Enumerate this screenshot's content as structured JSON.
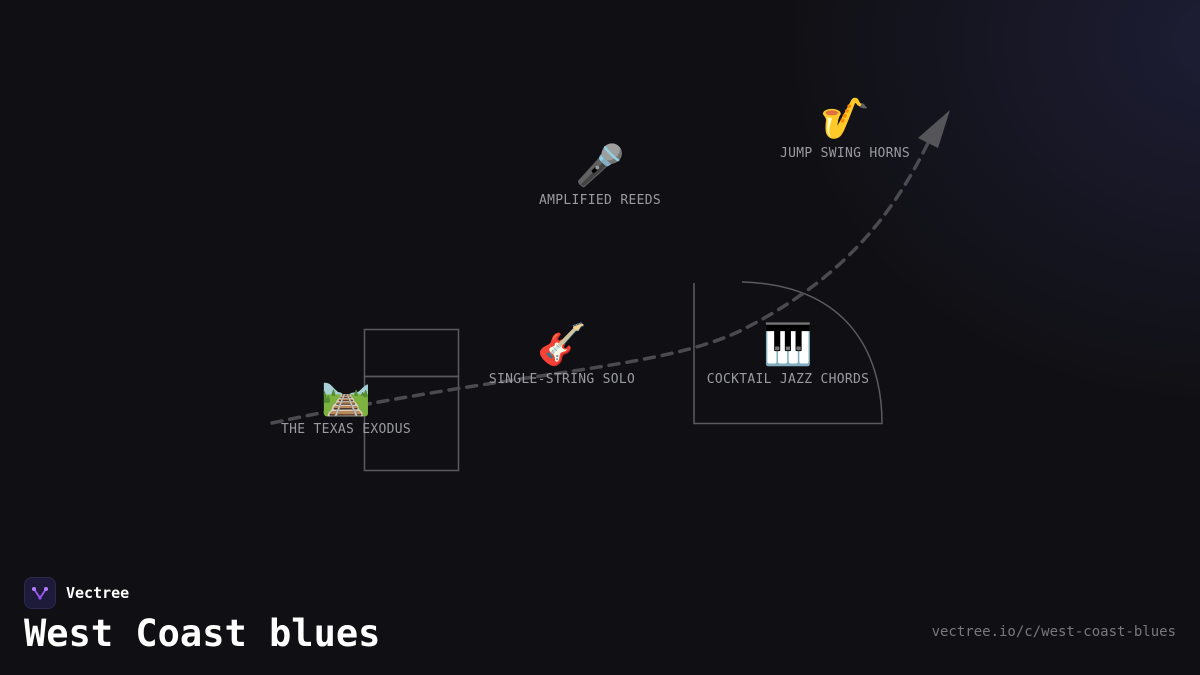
{
  "brand": {
    "name": "Vectree",
    "logo_icon": "vectree-logo-icon",
    "accent": "#9b59f5"
  },
  "title": "West Coast blues",
  "url": "vectree.io/c/west-coast-blues",
  "diagram": {
    "nodes": [
      {
        "id": "texas",
        "icon": "railway-track-icon",
        "emoji": "🛤️",
        "label": "THE TEXAS EXODUS"
      },
      {
        "id": "guitar",
        "icon": "guitar-icon",
        "emoji": "🎸",
        "label": "SINGLE-STRING SOLO"
      },
      {
        "id": "reeds",
        "icon": "microphone-icon",
        "emoji": "🎤",
        "label": "AMPLIFIED REEDS"
      },
      {
        "id": "piano",
        "icon": "piano-keys-icon",
        "emoji": "🎹",
        "label": "COCKTAIL JAZZ CHORDS"
      },
      {
        "id": "horns",
        "icon": "saxophone-icon",
        "emoji": "🎷",
        "label": "JUMP SWING HORNS"
      }
    ],
    "colors": {
      "path": "#4a4a50",
      "arrow": "#555559",
      "outline": "#5a5a60",
      "label": "#9a9aa2"
    }
  }
}
